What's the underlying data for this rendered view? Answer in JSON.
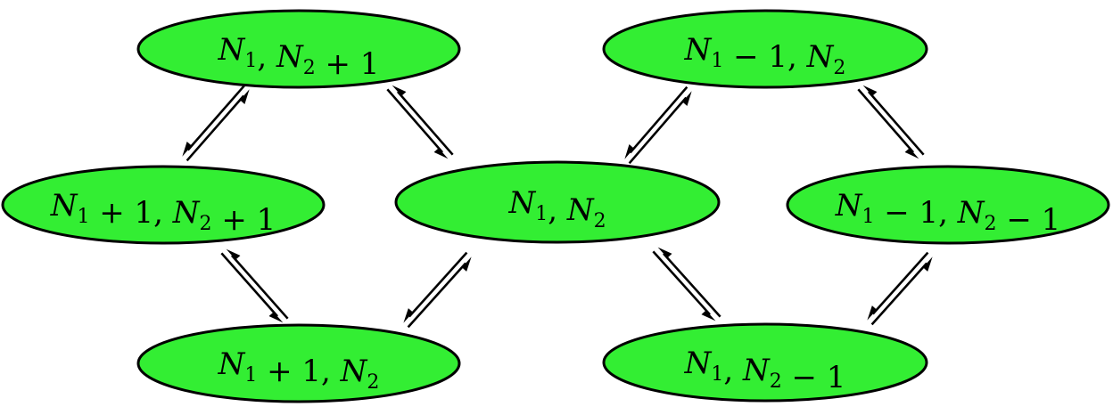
{
  "colors": {
    "node_fill": "#33ee33",
    "node_stroke": "#000000",
    "arrow": "#000000"
  },
  "nodes": [
    {
      "id": "top-left",
      "parts": [
        [
          "N",
          "1"
        ],
        ", ",
        [
          "N",
          "2"
        ],
        " + 1"
      ]
    },
    {
      "id": "mid-far-left",
      "parts": [
        [
          "N",
          "1"
        ],
        " + 1, ",
        [
          "N",
          "2"
        ],
        " + 1"
      ]
    },
    {
      "id": "center",
      "parts": [
        [
          "N",
          "1"
        ],
        ", ",
        [
          "N",
          "2"
        ]
      ]
    },
    {
      "id": "bottom-left",
      "parts": [
        [
          "N",
          "1"
        ],
        " + 1, ",
        [
          "N",
          "2"
        ]
      ]
    },
    {
      "id": "top-right",
      "parts": [
        [
          "N",
          "1"
        ],
        " − 1, ",
        [
          "N",
          "2"
        ]
      ]
    },
    {
      "id": "mid-far-right",
      "parts": [
        [
          "N",
          "1"
        ],
        " − 1, ",
        [
          "N",
          "2"
        ],
        " − 1"
      ]
    },
    {
      "id": "bottom-right",
      "parts": [
        [
          "N",
          "1"
        ],
        ", ",
        [
          "N",
          "2"
        ],
        " − 1"
      ]
    }
  ],
  "edges": [
    {
      "from": "top-left",
      "to": "mid-far-left",
      "type": "reversible"
    },
    {
      "from": "top-left",
      "to": "center",
      "type": "reversible"
    },
    {
      "from": "mid-far-left",
      "to": "bottom-left",
      "type": "reversible"
    },
    {
      "from": "bottom-left",
      "to": "center",
      "type": "reversible"
    },
    {
      "from": "center",
      "to": "top-right",
      "type": "reversible"
    },
    {
      "from": "top-right",
      "to": "mid-far-right",
      "type": "reversible"
    },
    {
      "from": "center",
      "to": "bottom-right",
      "type": "reversible"
    },
    {
      "from": "bottom-right",
      "to": "mid-far-right",
      "type": "reversible"
    }
  ]
}
